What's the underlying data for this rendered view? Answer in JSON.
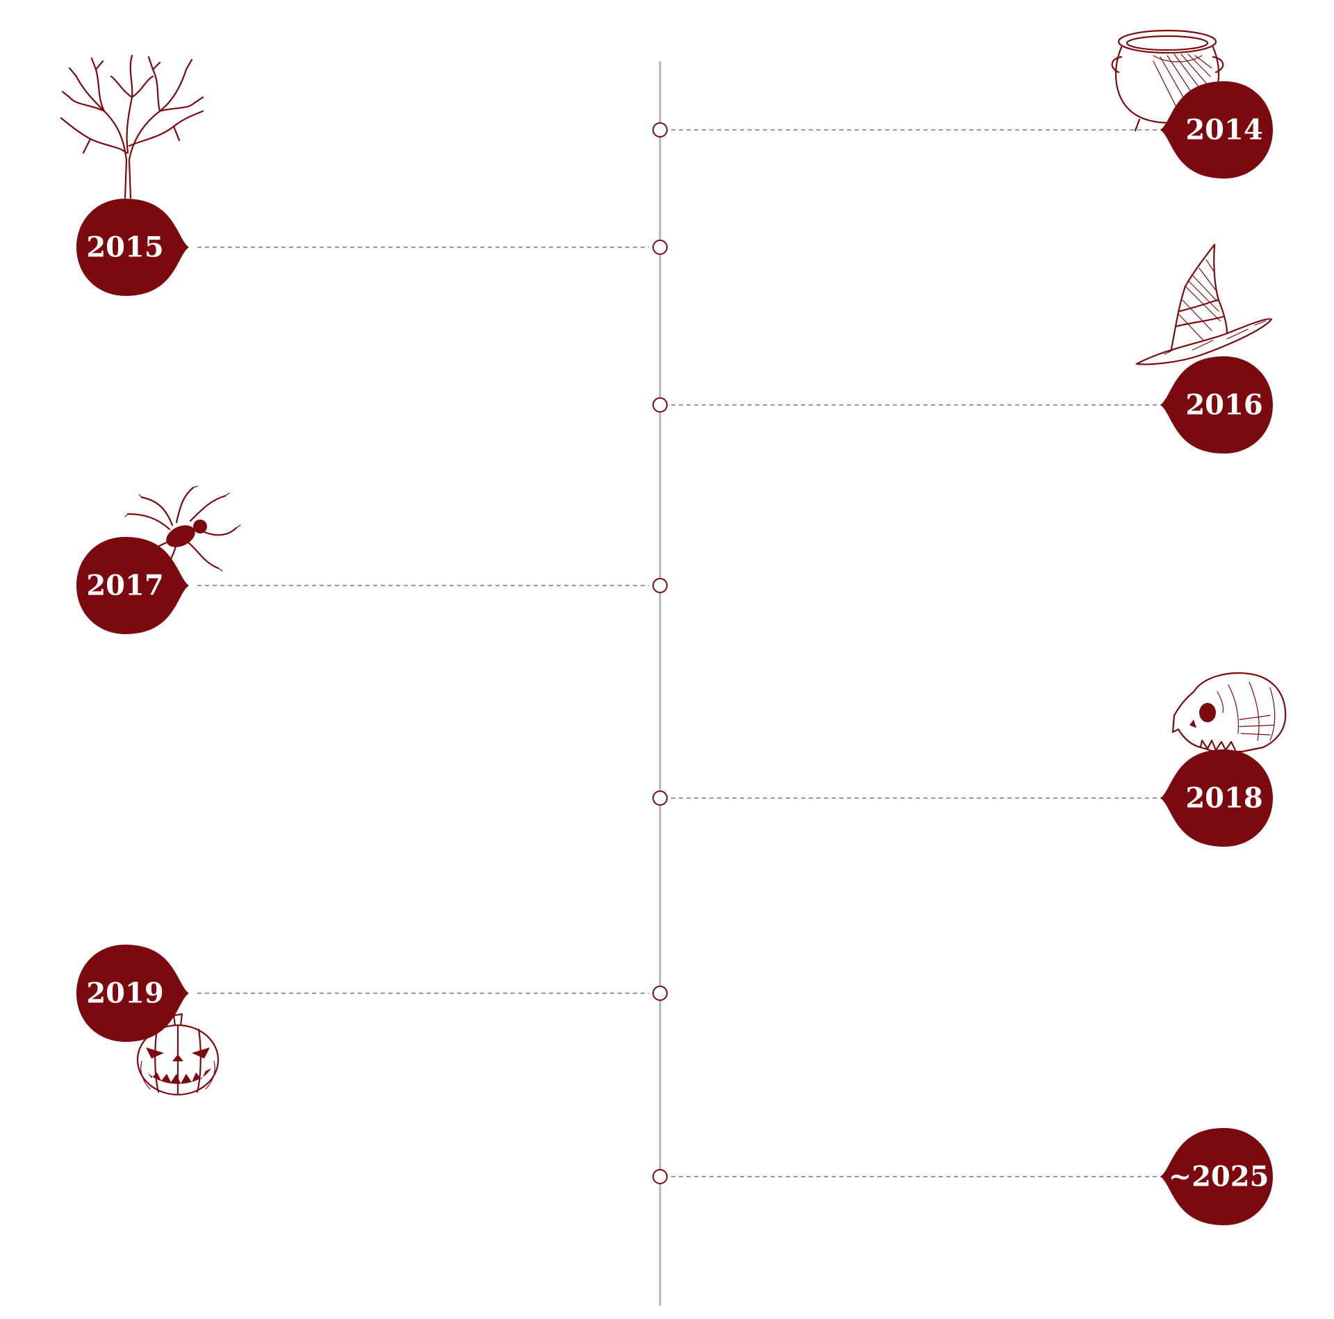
{
  "timeline": {
    "colors": {
      "accent": "#7b0a10",
      "axis": "#b3b3b3",
      "connector": "#9a9a9a",
      "node_fill": "#ffffff"
    },
    "events": [
      {
        "label": "2014",
        "side": "right",
        "icon": "cauldron-icon"
      },
      {
        "label": "2015",
        "side": "left",
        "icon": "dead-tree-icon"
      },
      {
        "label": "2016",
        "side": "right",
        "icon": "witch-hat-icon"
      },
      {
        "label": "2017",
        "side": "left",
        "icon": "spider-icon"
      },
      {
        "label": "2018",
        "side": "right",
        "icon": "skull-icon"
      },
      {
        "label": "2019",
        "side": "left",
        "icon": "jack-o-lantern-icon"
      },
      {
        "label": "~2025",
        "side": "right",
        "icon": ""
      }
    ]
  }
}
